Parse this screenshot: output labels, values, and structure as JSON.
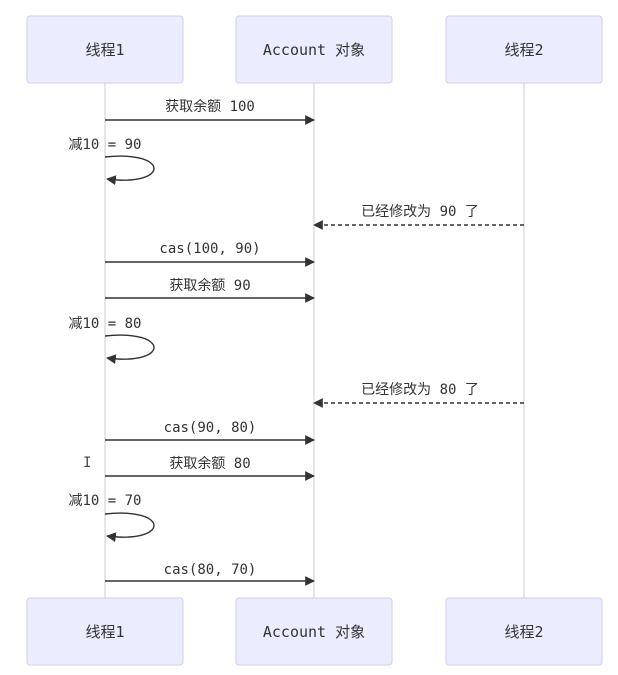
{
  "participants": [
    {
      "id": "t1",
      "label": "线程1"
    },
    {
      "id": "acc",
      "label": "Account 对象"
    },
    {
      "id": "t2",
      "label": "线程2"
    }
  ],
  "messages": [
    {
      "from": "t1",
      "to": "acc",
      "label": "获取余额 100",
      "style": "solid"
    },
    {
      "from": "t1",
      "to": "t1",
      "label": "减10 = 90",
      "style": "solid"
    },
    {
      "from": "t2",
      "to": "acc",
      "label": "已经修改为 90 了",
      "style": "dashed"
    },
    {
      "from": "t1",
      "to": "acc",
      "label": "cas(100, 90)",
      "style": "solid"
    },
    {
      "from": "t1",
      "to": "acc",
      "label": "获取余额 90",
      "style": "solid"
    },
    {
      "from": "t1",
      "to": "t1",
      "label": "减10 = 80",
      "style": "solid"
    },
    {
      "from": "t2",
      "to": "acc",
      "label": "已经修改为 80 了",
      "style": "dashed"
    },
    {
      "from": "t1",
      "to": "acc",
      "label": "cas(90, 80)",
      "style": "solid"
    },
    {
      "from": "t1",
      "to": "acc",
      "label": "获取余额 80",
      "style": "solid"
    },
    {
      "from": "t1",
      "to": "t1",
      "label": "减10 = 70",
      "style": "solid"
    },
    {
      "from": "t1",
      "to": "acc",
      "label": "cas(80, 70)",
      "style": "solid"
    }
  ],
  "cursor_glyph": "I"
}
